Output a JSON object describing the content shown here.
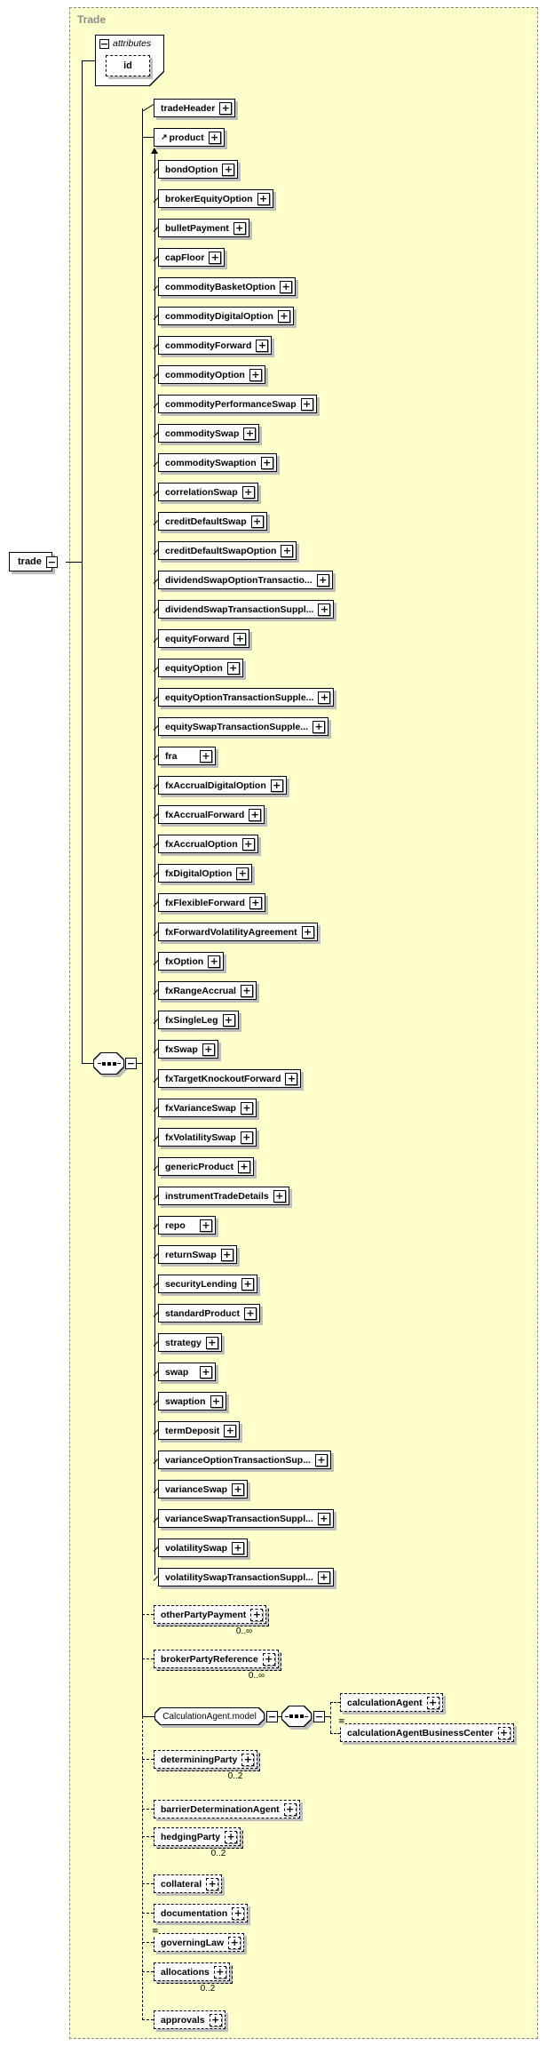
{
  "frame_label": "Trade",
  "root": {
    "label": "trade"
  },
  "attributes": {
    "header_label": "attributes",
    "items": [
      {
        "label": "id"
      }
    ]
  },
  "sequence": {
    "kind": "sequence"
  },
  "main_children": [
    {
      "label": "tradeHeader"
    },
    {
      "label": "product",
      "substitution_head": true
    }
  ],
  "product_substitutions": [
    {
      "label": "bondOption"
    },
    {
      "label": "brokerEquityOption"
    },
    {
      "label": "bulletPayment"
    },
    {
      "label": "capFloor"
    },
    {
      "label": "commodityBasketOption"
    },
    {
      "label": "commodityDigitalOption"
    },
    {
      "label": "commodityForward"
    },
    {
      "label": "commodityOption"
    },
    {
      "label": "commodityPerformanceSwap"
    },
    {
      "label": "commoditySwap"
    },
    {
      "label": "commoditySwaption"
    },
    {
      "label": "correlationSwap"
    },
    {
      "label": "creditDefaultSwap"
    },
    {
      "label": "creditDefaultSwapOption"
    },
    {
      "label": "dividendSwapOptionTransactio..."
    },
    {
      "label": "dividendSwapTransactionSuppl..."
    },
    {
      "label": "equityForward"
    },
    {
      "label": "equityOption"
    },
    {
      "label": "equityOptionTransactionSupple..."
    },
    {
      "label": "equitySwapTransactionSupple..."
    },
    {
      "label": "fra"
    },
    {
      "label": "fxAccrualDigitalOption"
    },
    {
      "label": "fxAccrualForward"
    },
    {
      "label": "fxAccrualOption"
    },
    {
      "label": "fxDigitalOption"
    },
    {
      "label": "fxFlexibleForward"
    },
    {
      "label": "fxForwardVolatilityAgreement"
    },
    {
      "label": "fxOption"
    },
    {
      "label": "fxRangeAccrual"
    },
    {
      "label": "fxSingleLeg"
    },
    {
      "label": "fxSwap"
    },
    {
      "label": "fxTargetKnockoutForward"
    },
    {
      "label": "fxVarianceSwap"
    },
    {
      "label": "fxVolatilitySwap"
    },
    {
      "label": "genericProduct"
    },
    {
      "label": "instrumentTradeDetails"
    },
    {
      "label": "repo"
    },
    {
      "label": "returnSwap"
    },
    {
      "label": "securityLending"
    },
    {
      "label": "standardProduct"
    },
    {
      "label": "strategy"
    },
    {
      "label": "swap"
    },
    {
      "label": "swaption"
    },
    {
      "label": "termDeposit"
    },
    {
      "label": "varianceOptionTransactionSup..."
    },
    {
      "label": "varianceSwap"
    },
    {
      "label": "varianceSwapTransactionSuppl..."
    },
    {
      "label": "volatilitySwap"
    },
    {
      "label": "volatilitySwapTransactionSuppl..."
    }
  ],
  "optional_children": [
    {
      "label": "otherPartyPayment",
      "occurs": "0..∞",
      "multi": true
    },
    {
      "label": "brokerPartyReference",
      "occurs": "0..∞",
      "multi": true
    },
    {
      "label": "CalculationAgent.model",
      "group": true
    },
    {
      "label": "determiningParty",
      "occurs": "0..2",
      "multi": true
    },
    {
      "label": "barrierDeterminationAgent"
    },
    {
      "label": "hedgingParty",
      "occurs": "0..2",
      "multi": true
    },
    {
      "label": "collateral"
    },
    {
      "label": "documentation"
    },
    {
      "label": "governingLaw",
      "annotated": true
    },
    {
      "label": "allocations",
      "occurs": "0..2",
      "multi": true
    },
    {
      "label": "approvals"
    }
  ],
  "calculation_agent_group": {
    "label": "CalculationAgent.model",
    "children": [
      {
        "label": "calculationAgent"
      },
      {
        "label": "calculationAgentBusinessCenter",
        "annotated": true
      }
    ]
  },
  "icons": {
    "plus": "+",
    "minus": "−",
    "substitution_arrow": "↗",
    "annotation": "≡"
  },
  "colors": {
    "frame_bg": "#ffffcc",
    "frame_border": "#8a8a8a",
    "frame_label": "#8a8a8a",
    "box_border": "#000000",
    "box_bg": "#ffffff",
    "shadow": "#bdbdbd"
  }
}
